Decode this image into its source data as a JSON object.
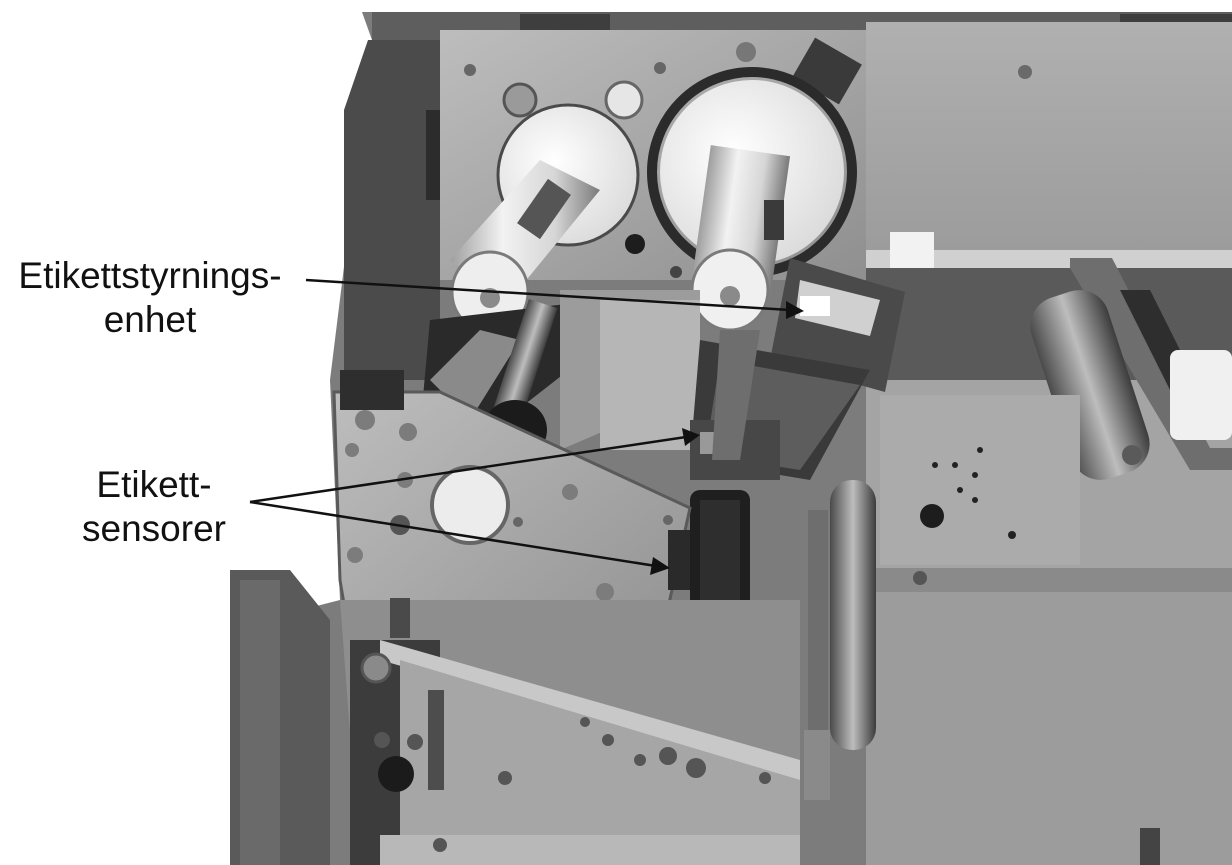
{
  "callouts": {
    "label_guide": {
      "line1": "Etikettstyrnings-",
      "line2": "enhet"
    },
    "label_sensors": {
      "line1": "Etikett-",
      "line2": "sensorer"
    }
  },
  "colors": {
    "background": "#ffffff",
    "metal_dark": "#3a3a3a",
    "metal_mid": "#8c8c8c",
    "metal_light": "#c8c8c8",
    "roller_white": "#efefef",
    "leader_line": "#111111"
  }
}
